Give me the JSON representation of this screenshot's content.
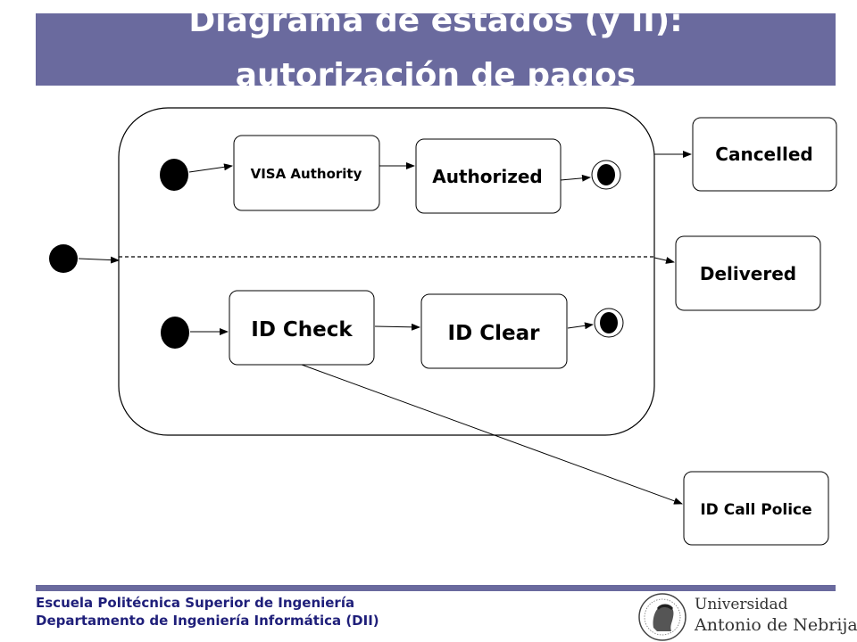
{
  "header": {
    "title_line1": "Diagrama de estados (y II):",
    "title_line2": "autorización de pagos"
  },
  "diagram": {
    "states": {
      "visa_authority": "VISA Authority",
      "authorized": "Authorized",
      "id_check": "ID Check",
      "id_clear": "ID Clear",
      "cancelled": "Cancelled",
      "delivered": "Delivered",
      "id_call_police": "ID Call Police"
    }
  },
  "footer": {
    "line1": "Escuela Politécnica Superior de Ingeniería",
    "line2": "Departamento de Ingeniería Informática (DII)"
  },
  "logo": {
    "university": "Universidad",
    "name": "Antonio de Nebrija"
  },
  "colors": {
    "accent": "#6a6a9e",
    "footer_text": "#1f1f7a"
  }
}
